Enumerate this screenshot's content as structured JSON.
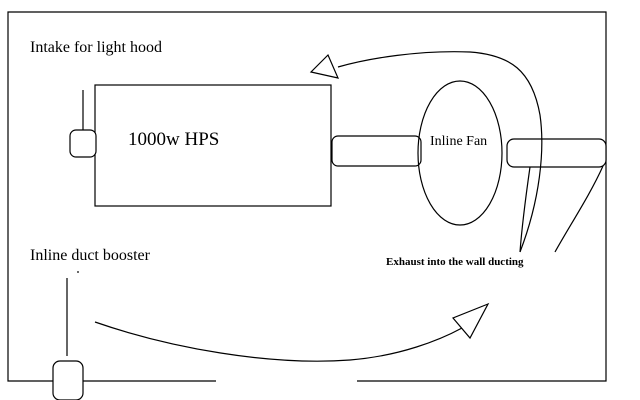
{
  "labels": {
    "intake": "Intake for light hood",
    "light": "1000w HPS",
    "fan": "Inline Fan",
    "booster": "Inline duct booster",
    "exhaust": "Exhaust into the wall ducting"
  },
  "colors": {
    "ink": "#000000",
    "paper": "#ffffff"
  }
}
